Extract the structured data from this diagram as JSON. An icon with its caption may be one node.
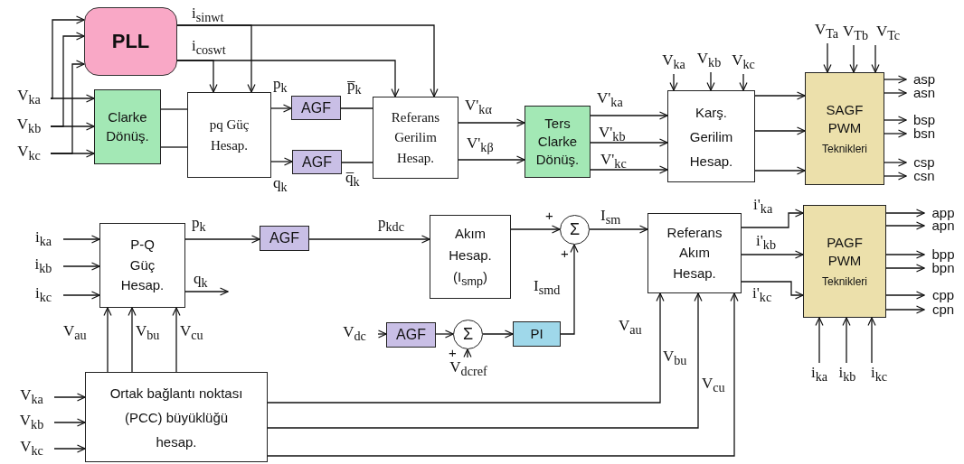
{
  "diagram": {
    "nodes": [
      {
        "text": [
          "PLL"
        ]
      },
      {
        "text": [
          "Clarke Dönüş."
        ]
      },
      {
        "text": [
          "pq Güç Hesap."
        ]
      },
      {
        "text": [
          "AGF"
        ]
      },
      {
        "text": [
          "AGF"
        ]
      },
      {
        "text": [
          "Referans Gerilim Hesap."
        ]
      },
      {
        "text": [
          "Ters Clarke Dönüş."
        ]
      },
      {
        "text": [
          "Karş. Gerilim Hesap."
        ]
      },
      {
        "text": [
          "SAGF PWM",
          "Teknikleri"
        ]
      },
      {
        "text": [
          "V$_{ka}$"
        ]
      },
      {
        "text": [
          "V$_{kb}$"
        ]
      },
      {
        "text": [
          "V$_{kc}$"
        ]
      },
      {
        "text": [
          "V$_{ka}$"
        ]
      },
      {
        "text": [
          "V$_{kb}$"
        ]
      },
      {
        "text": [
          "V$_{kc}$"
        ]
      },
      {
        "text": [
          "V$_{Ta}$"
        ]
      },
      {
        "text": [
          "V$_{Tb}$"
        ]
      },
      {
        "text": [
          "V$_{Tc}$"
        ]
      },
      {
        "text": [
          "asp"
        ]
      },
      {
        "text": [
          "asn"
        ]
      },
      {
        "text": [
          "bsp"
        ]
      },
      {
        "text": [
          "bsn"
        ]
      },
      {
        "text": [
          "csp"
        ]
      },
      {
        "text": [
          "csn"
        ]
      },
      {
        "text": [
          "P-Q Güç Hesap."
        ]
      },
      {
        "text": [
          "AGF"
        ]
      },
      {
        "text": [
          "Akım Hesap. (I$_{smp}$)"
        ]
      },
      {
        "text": [
          "Σ"
        ]
      },
      {
        "text": [
          "Referans Akım Hesap."
        ]
      },
      {
        "text": [
          "PAGF PWM",
          "Teknikleri"
        ]
      },
      {
        "text": [
          "Ortak bağlantı noktası (PCC) büyüklüğü hesap."
        ]
      },
      {
        "text": [
          "AGF"
        ]
      },
      {
        "text": [
          "Σ"
        ]
      },
      {
        "text": [
          "PI"
        ]
      },
      {
        "text": [
          "i$_{ka}$"
        ]
      },
      {
        "text": [
          "i$_{kb}$"
        ]
      },
      {
        "text": [
          "i$_{kc}$"
        ]
      },
      {
        "text": [
          "V$_{dc}$"
        ]
      },
      {
        "text": [
          "V$_{dcref}$"
        ]
      },
      {
        "text": [
          "app"
        ]
      },
      {
        "text": [
          "apn"
        ]
      },
      {
        "text": [
          "bpp"
        ]
      },
      {
        "text": [
          "bpn"
        ]
      },
      {
        "text": [
          "cpp"
        ]
      },
      {
        "text": [
          "cpn"
        ]
      },
      {
        "text": [
          "i$_{ka}$"
        ]
      },
      {
        "text": [
          "i$_{kb}$"
        ]
      },
      {
        "text": [
          "i$_{kc}$"
        ]
      },
      {
        "text": [
          "V$_{ka}$"
        ]
      },
      {
        "text": [
          "V$_{kb}$"
        ]
      },
      {
        "text": [
          "V$_{kc}$"
        ]
      }
    ],
    "edges": [
      {
        "from": 9,
        "to": 0,
        "arrow": "to"
      },
      {
        "from": 9,
        "to": 1,
        "arrow": "to"
      },
      {
        "from": 10,
        "to": 0,
        "arrow": "to"
      },
      {
        "from": 10,
        "to": 1,
        "arrow": "to"
      },
      {
        "from": 11,
        "to": 0,
        "arrow": "to"
      },
      {
        "from": 11,
        "to": 1,
        "arrow": "to"
      },
      {
        "from": 1,
        "to": 2,
        "arrow": "none"
      },
      {
        "from": 1,
        "to": 2,
        "arrow": "none"
      },
      {
        "from": 0,
        "to": 5,
        "arrow": "to",
        "label": "i$_{sinwt}$"
      },
      {
        "from": 0,
        "to": 2,
        "arrow": "to"
      },
      {
        "from": 0,
        "to": 5,
        "arrow": "to",
        "label": "i$_{coswt}$"
      },
      {
        "from": 0,
        "to": 2,
        "arrow": "to"
      },
      {
        "from": 2,
        "to": 3,
        "arrow": "to",
        "label": "p$_{k}$"
      },
      {
        "from": 2,
        "to": 4,
        "arrow": "to",
        "label": "q$_{k}$"
      },
      {
        "from": 3,
        "to": 5,
        "arrow": "none",
        "label": "p̅$_{k}$"
      },
      {
        "from": 4,
        "to": 5,
        "arrow": "none",
        "label": "q̅$_{k}$"
      },
      {
        "from": 5,
        "to": 6,
        "arrow": "to",
        "label": "V'$_{kα}$"
      },
      {
        "from": 5,
        "to": 6,
        "arrow": "to",
        "label": "V'$_{kβ}$"
      },
      {
        "from": 6,
        "to": 7,
        "arrow": "to",
        "label": "V'$_{ka}$"
      },
      {
        "from": 6,
        "to": 7,
        "arrow": "to",
        "label": "V'$_{kb}$"
      },
      {
        "from": 6,
        "to": 7,
        "arrow": "to",
        "label": "V'$_{kc}$"
      },
      {
        "from": 7,
        "to": 8,
        "arrow": "to"
      },
      {
        "from": 7,
        "to": 8,
        "arrow": "to"
      },
      {
        "from": 7,
        "to": 8,
        "arrow": "to"
      },
      {
        "from": 12,
        "to": 7,
        "arrow": "to"
      },
      {
        "from": 13,
        "to": 7,
        "arrow": "to"
      },
      {
        "from": 14,
        "to": 7,
        "arrow": "to"
      },
      {
        "from": 15,
        "to": 8,
        "arrow": "to"
      },
      {
        "from": 16,
        "to": 8,
        "arrow": "to"
      },
      {
        "from": 17,
        "to": 8,
        "arrow": "to"
      },
      {
        "from": 8,
        "to": 18,
        "arrow": "to"
      },
      {
        "from": 8,
        "to": 19,
        "arrow": "to"
      },
      {
        "from": 8,
        "to": 20,
        "arrow": "to"
      },
      {
        "from": 8,
        "to": 21,
        "arrow": "to"
      },
      {
        "from": 8,
        "to": 22,
        "arrow": "to"
      },
      {
        "from": 8,
        "to": 23,
        "arrow": "to"
      },
      {
        "from": 34,
        "to": 24,
        "arrow": "to"
      },
      {
        "from": 35,
        "to": 24,
        "arrow": "to"
      },
      {
        "from": 36,
        "to": 24,
        "arrow": "to"
      },
      {
        "from": 24,
        "to": 25,
        "arrow": "to",
        "label": "p$_{k}$"
      },
      {
        "from": 24,
        "to": null,
        "arrow": "to",
        "label": "q$_{k}$"
      },
      {
        "from": 25,
        "to": 26,
        "arrow": "to",
        "label": "p$_{kdc}$"
      },
      {
        "from": 30,
        "to": 24,
        "arrow": "to",
        "label": "V$_{au}$"
      },
      {
        "from": 30,
        "to": 24,
        "arrow": "to",
        "label": "V$_{bu}$"
      },
      {
        "from": 30,
        "to": 24,
        "arrow": "to",
        "label": "V$_{cu}$"
      },
      {
        "from": 26,
        "to": 27,
        "arrow": "to"
      },
      {
        "from": 27,
        "to": 28,
        "arrow": "to",
        "label": "I$_{sm}$"
      },
      {
        "from": 37,
        "to": 31,
        "arrow": "to"
      },
      {
        "from": 31,
        "to": 32,
        "arrow": "to"
      },
      {
        "from": 38,
        "to": 32,
        "arrow": "to"
      },
      {
        "from": 32,
        "to": 33,
        "arrow": "to"
      },
      {
        "from": 33,
        "to": 27,
        "arrow": "to",
        "label": "I$_{smd}$"
      },
      {
        "from": 28,
        "to": 29,
        "arrow": "to",
        "label": "i'$_{ka}$"
      },
      {
        "from": 28,
        "to": 29,
        "arrow": "to",
        "label": "i'$_{kb}$"
      },
      {
        "from": 28,
        "to": 29,
        "arrow": "to",
        "label": "i'$_{kc}$"
      },
      {
        "from": 30,
        "to": 28,
        "arrow": "to",
        "label": "V$_{au}$"
      },
      {
        "from": 30,
        "to": 28,
        "arrow": "to",
        "label": "V$_{bu}$"
      },
      {
        "from": 30,
        "to": 28,
        "arrow": "to",
        "label": "V$_{cu}$"
      },
      {
        "from": 29,
        "to": 39,
        "arrow": "to"
      },
      {
        "from": 29,
        "to": 40,
        "arrow": "to"
      },
      {
        "from": 29,
        "to": 41,
        "arrow": "to"
      },
      {
        "from": 29,
        "to": 42,
        "arrow": "to"
      },
      {
        "from": 29,
        "to": 43,
        "arrow": "to"
      },
      {
        "from": 29,
        "to": 44,
        "arrow": "to"
      },
      {
        "from": 45,
        "to": 29,
        "arrow": "to"
      },
      {
        "from": 46,
        "to": 29,
        "arrow": "to"
      },
      {
        "from": 47,
        "to": 29,
        "arrow": "to"
      },
      {
        "from": 48,
        "to": 30,
        "arrow": "to"
      },
      {
        "from": 49,
        "to": 30,
        "arrow": "to"
      },
      {
        "from": 50,
        "to": 30,
        "arrow": "to"
      }
    ],
    "labels": [
      "+",
      "+",
      "+"
    ]
  }
}
